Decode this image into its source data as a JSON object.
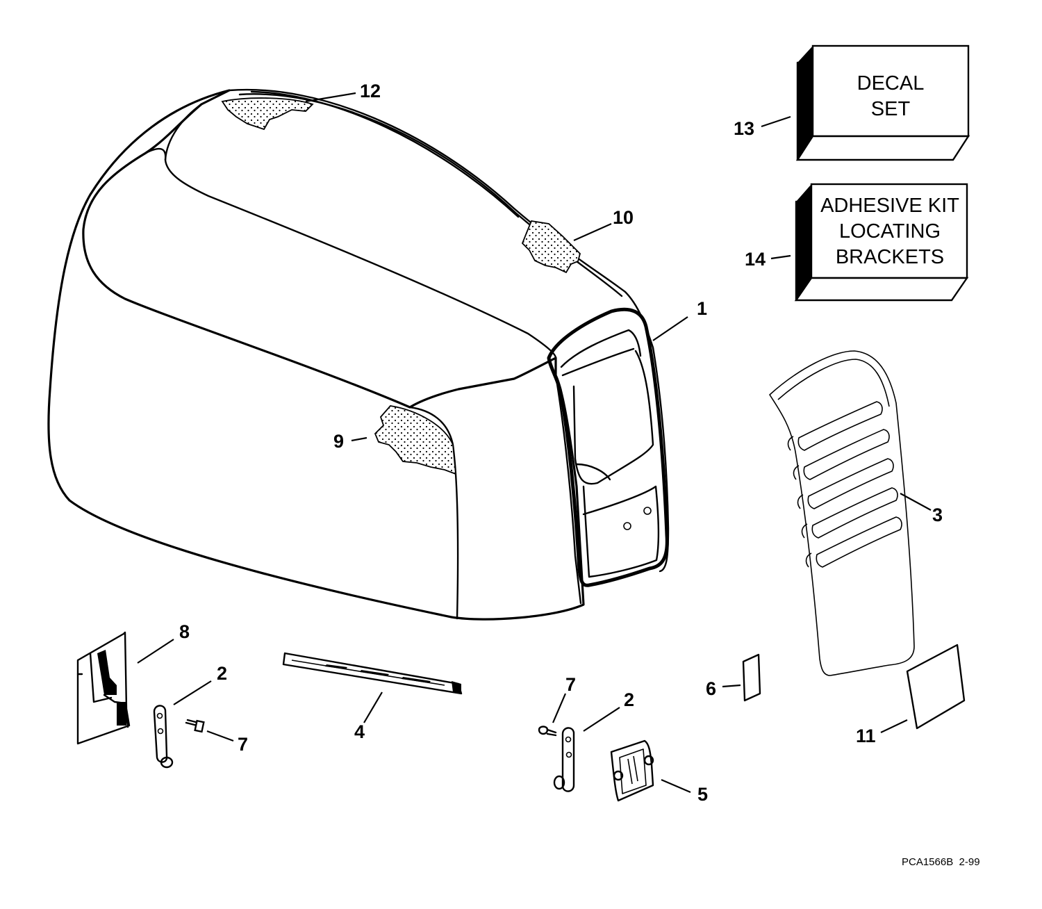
{
  "callouts": {
    "c1": "1",
    "c2a": "2",
    "c2b": "2",
    "c3": "3",
    "c4": "4",
    "c5": "5",
    "c6": "6",
    "c7a": "7",
    "c7b": "7",
    "c8": "8",
    "c9": "9",
    "c10": "10",
    "c11": "11",
    "c12": "12",
    "c13": "13",
    "c14": "14"
  },
  "boxes": {
    "decal_set": [
      "DECAL",
      "SET"
    ],
    "adhesive_kit": [
      "ADHESIVE KIT",
      "LOCATING",
      "BRACKETS"
    ]
  },
  "reference": "PCA1566B  2-99"
}
